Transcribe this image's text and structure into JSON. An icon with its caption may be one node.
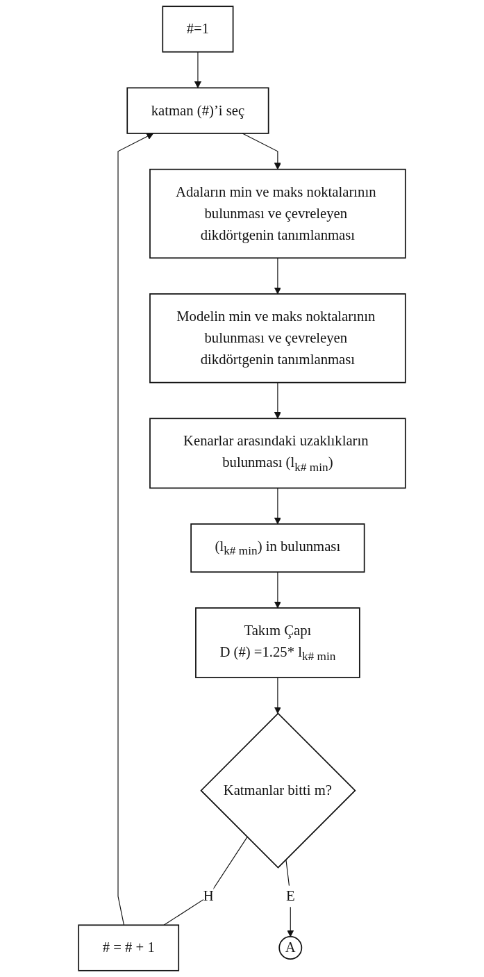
{
  "diagram": {
    "nodes": [
      {
        "text": [
          "#=1"
        ]
      },
      {
        "text": [
          "katman (#)’i seç"
        ]
      },
      {
        "text": [
          "Adaların min ve maks noktalarının bulunması ve çevreleyen dikdörtgenin tanımlanması"
        ]
      },
      {
        "text": [
          "Modelin min ve maks noktalarının bulunması ve çevreleyen dikdörtgenin tanımlanması"
        ]
      },
      {
        "text": [
          "Kenarlar arasındaki uzaklıkların bulunması (l$_{k# min}$)"
        ]
      },
      {
        "text": [
          "(l$_{k# min}$) in bulunması"
        ]
      },
      {
        "text": [
          "Takım Çapı",
          "D (#) =1.25* l$_{k# min}$"
        ]
      },
      {
        "text": [
          "Katmanlar bitti m?"
        ]
      },
      {
        "text": [
          "# = # + 1"
        ]
      },
      {
        "text": [
          "A"
        ]
      }
    ],
    "edges": [
      {
        "from": 0,
        "to": 1,
        "arrow": "to"
      },
      {
        "from": 1,
        "to": 2,
        "arrow": "to"
      },
      {
        "from": 2,
        "to": 3,
        "arrow": "to"
      },
      {
        "from": 3,
        "to": 4,
        "arrow": "to"
      },
      {
        "from": 4,
        "to": 5,
        "arrow": "to"
      },
      {
        "from": 5,
        "to": 6,
        "arrow": "to"
      },
      {
        "from": 6,
        "to": 7,
        "arrow": "to"
      },
      {
        "from": 7,
        "to": 8,
        "label": "H",
        "arrow": "none"
      },
      {
        "from": 8,
        "to": 1,
        "arrow": "to"
      },
      {
        "from": 7,
        "to": 9,
        "label": "E",
        "arrow": "to"
      }
    ]
  }
}
